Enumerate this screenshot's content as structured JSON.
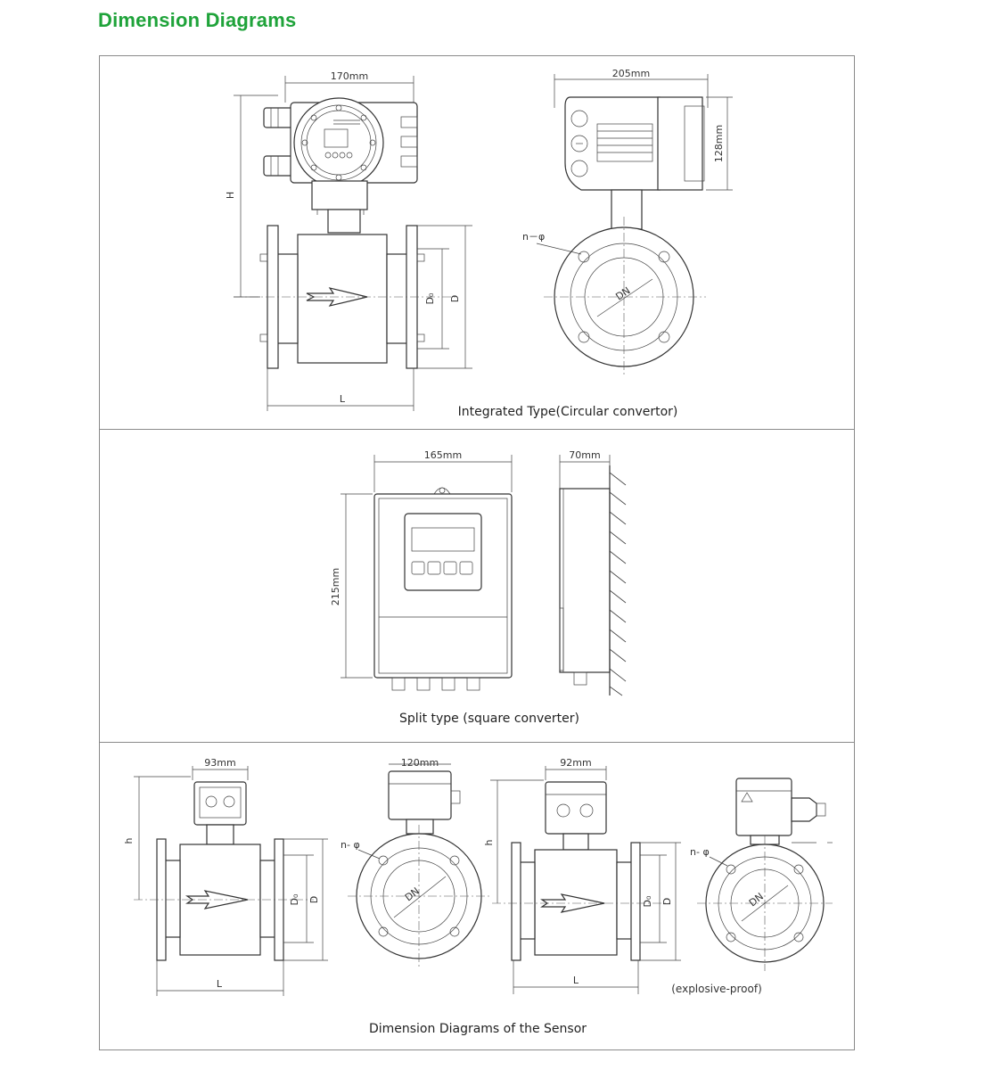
{
  "page": {
    "title": "Dimension Diagrams"
  },
  "integrated": {
    "caption": "Integrated Type(Circular convertor)",
    "dim_width_front": "170mm",
    "dim_width_side": "205mm",
    "dim_height_side": "128mm",
    "label_H": "H",
    "label_L": "L",
    "label_Do": "D₀",
    "label_D": "D",
    "label_n_phi": "n－φ",
    "label_DN": "DN"
  },
  "split": {
    "caption": "Split type (square converter)",
    "dim_width": "165mm",
    "dim_depth": "70mm",
    "dim_height": "215mm"
  },
  "sensor": {
    "caption": "Dimension Diagrams of the Sensor",
    "dim_box1": "93mm",
    "dim_box2": "120mm",
    "dim_box3": "92mm",
    "label_h": "h",
    "label_L": "L",
    "label_Do": "D₀",
    "label_D": "D",
    "label_n_phi": "n- φ",
    "label_DN": "DN",
    "explosive_note": "(explosive-proof)"
  }
}
